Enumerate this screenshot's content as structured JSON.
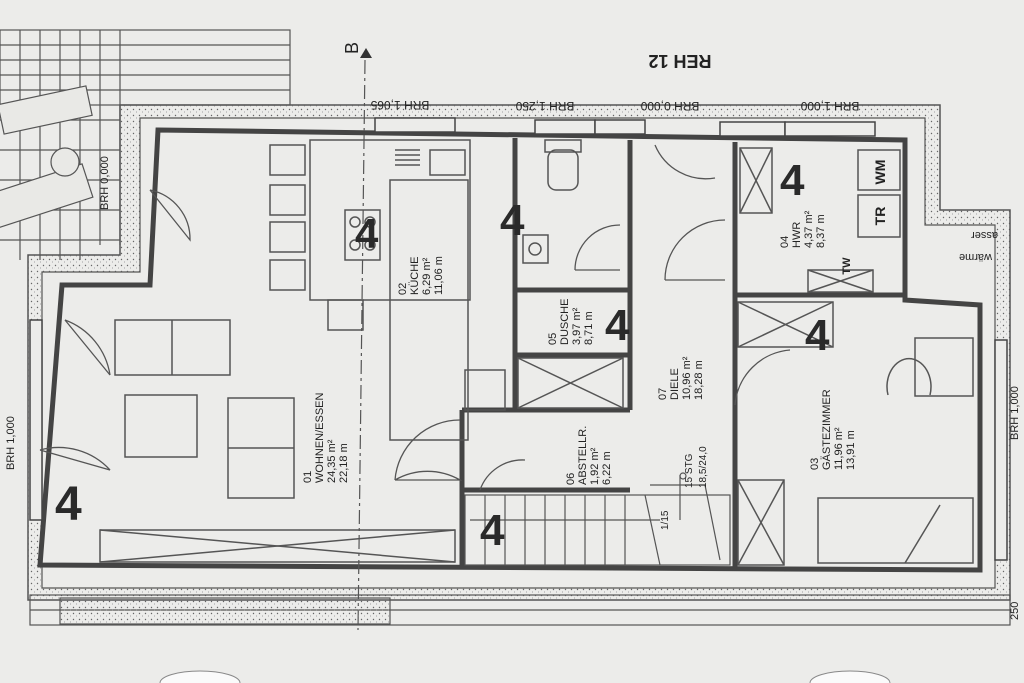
{
  "header": {
    "section_marker": "B",
    "title": "REH 12",
    "brh_labels": [
      "BRH 1,065",
      "BRH 1,250",
      "BRH 0,000",
      "BRH 1,000"
    ],
    "left_labels": [
      "BRH 0,000",
      "BRH 1,000"
    ],
    "right_labels": [
      "BRH 1,000",
      "250"
    ]
  },
  "rooms": [
    {
      "id": "room-01",
      "num": "01",
      "name": "WOHNEN/ESSEN",
      "area": "24,35 m²",
      "perimeter": "22,18 m"
    },
    {
      "id": "room-02",
      "num": "02",
      "name": "KÜCHE",
      "area": "6,29 m²",
      "perimeter": "11,06 m"
    },
    {
      "id": "room-03",
      "num": "03",
      "name": "GÄSTEZIMMER",
      "area": "11,96 m²",
      "perimeter": "13,91 m"
    },
    {
      "id": "room-04",
      "num": "04",
      "name": "HWR",
      "area": "4,37 m²",
      "perimeter": "8,37 m"
    },
    {
      "id": "room-05",
      "num": "05",
      "name": "DUSCHE",
      "area": "3,97 m²",
      "perimeter": "8,71 m"
    },
    {
      "id": "room-06",
      "num": "06",
      "name": "ABSTELLR.",
      "area": "1,92 m²",
      "perimeter": "6,22 m"
    },
    {
      "id": "room-07",
      "num": "07",
      "name": "DIELE",
      "area": "10,96 m²",
      "perimeter": "18,28 m"
    }
  ],
  "stair": {
    "steps": "15 STG",
    "dims": "18,5/24,0",
    "ratio": "1/15"
  },
  "appliances": {
    "washer": "WM",
    "dryer": "TR",
    "tw": "TW"
  },
  "floor_marker": "4",
  "right_edge_text": [
    "wärme",
    "asser"
  ]
}
